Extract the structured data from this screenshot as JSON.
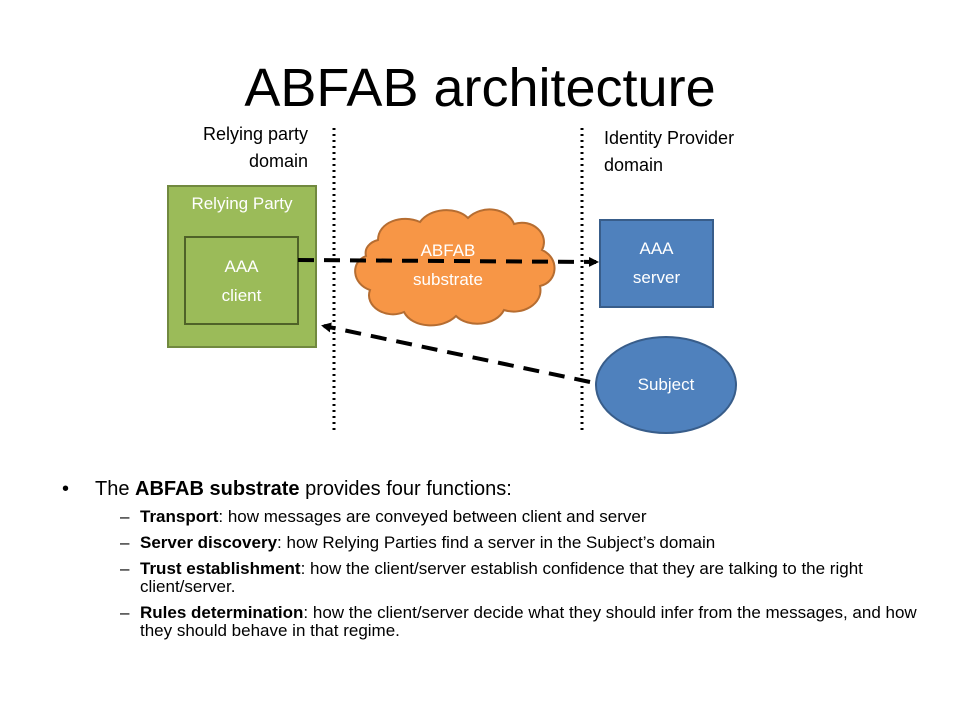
{
  "slide": {
    "title": "ABFAB architecture"
  },
  "diagram": {
    "rp_domain_line1": "Relying party",
    "rp_domain_line2": "domain",
    "idp_domain_line1": "Identity Provider",
    "idp_domain_line2": "domain",
    "relying_party_label": "Relying Party",
    "aaa_client_line1": "AAA",
    "aaa_client_line2": "client",
    "substrate_line1": "ABFAB",
    "substrate_line2": "substrate",
    "aaa_server_line1": "AAA",
    "aaa_server_line2": "server",
    "subject_label": "Subject",
    "colors": {
      "relying_party": "#9bbb59",
      "relying_party_border": "#71893f",
      "substrate": "#f79646",
      "substrate_border": "#b66d31",
      "server": "#4f81bd",
      "server_border": "#385d8a"
    }
  },
  "content": {
    "intro_pre": "The ",
    "intro_bold": "ABFAB substrate",
    "intro_post": " provides four functions:",
    "bullet_mark": "•",
    "dash": "–",
    "items": [
      {
        "term": "Transport",
        "text": ": how messages are conveyed between client and server"
      },
      {
        "term": "Server discovery",
        "text": ": how Relying Parties find a server in the Subject’s domain"
      },
      {
        "term": "Trust establishment",
        "text": ": how the client/server establish confidence that they are talking to the right client/server."
      },
      {
        "term": "Rules determination",
        "text": ": how the client/server decide what they should infer from the messages, and how they should behave in that regime."
      }
    ]
  }
}
